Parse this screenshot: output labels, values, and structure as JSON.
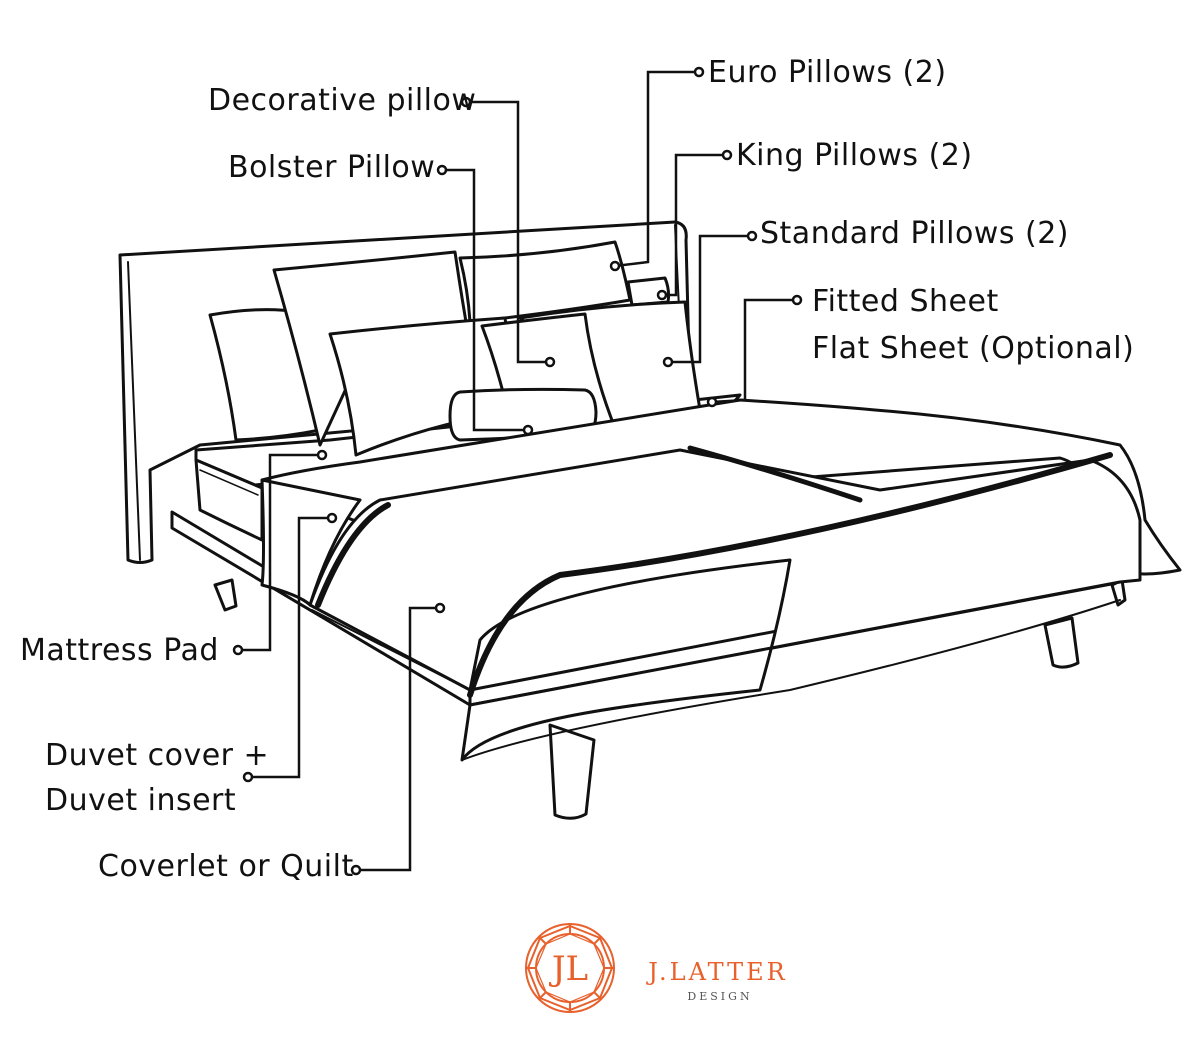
{
  "labels": {
    "decorative_pillow": "Decorative pillow",
    "bolster_pillow": "Bolster Pillow",
    "euro_pillows": "Euro Pillows (2)",
    "king_pillows": "King Pillows (2)",
    "standard_pillows": "Standard Pillows (2)",
    "fitted_sheet": "Fitted Sheet",
    "flat_sheet": "Flat Sheet (Optional)",
    "mattress_pad": "Mattress Pad",
    "duvet_cover": "Duvet cover +",
    "duvet_insert": "Duvet insert",
    "coverlet": "Coverlet or Quilt"
  },
  "logo": {
    "monogram": "JL",
    "name": "J.LATTER",
    "subtitle": "DESIGN",
    "color": "#E8602C"
  },
  "colors": {
    "line": "#111111",
    "background": "#ffffff"
  }
}
